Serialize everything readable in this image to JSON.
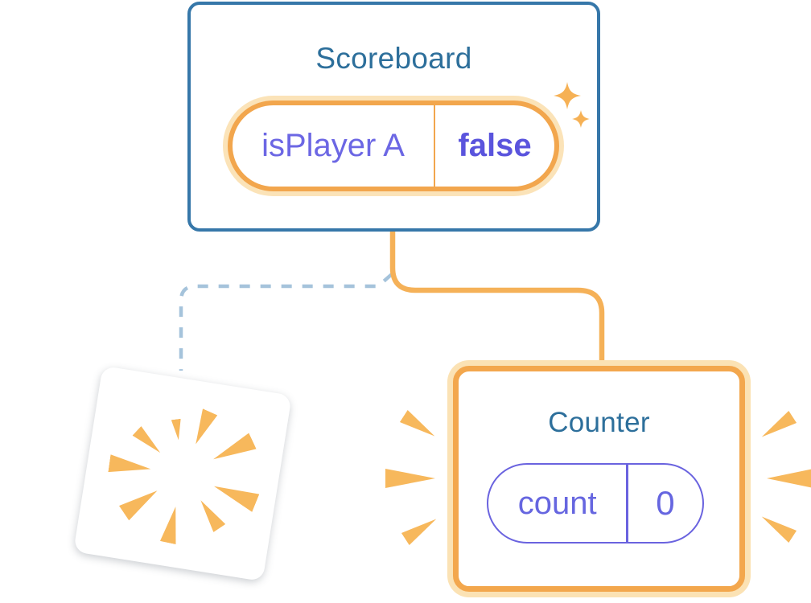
{
  "diagram": {
    "scoreboard": {
      "title": "Scoreboard",
      "state_key": "isPlayer A",
      "state_value": "false"
    },
    "counter": {
      "title": "Counter",
      "state_key": "count",
      "state_value": "0"
    },
    "icons": {
      "sparkles": "sparkles-icon",
      "poof_burst": "poof-burst-icon",
      "emphasis_left": "emphasis-marks-left-icon",
      "emphasis_right": "emphasis-marks-right-icon"
    },
    "colors": {
      "card_border_blue": "#3677A9",
      "title_blue": "#2D6F9B",
      "accent_orange": "#F2A64D",
      "orange_halo": "#FBE3B8",
      "line_orange": "#F5B158",
      "burst_orange": "#F7B85C",
      "sparkle_orange": "#F6B155",
      "dashed_blue": "#A5C3DB",
      "state_purple": "#6C67E4",
      "state_value_purple": "#5A54DD",
      "counter_pill_purple": "#6A63DF",
      "background": "#FFFFFF"
    }
  }
}
